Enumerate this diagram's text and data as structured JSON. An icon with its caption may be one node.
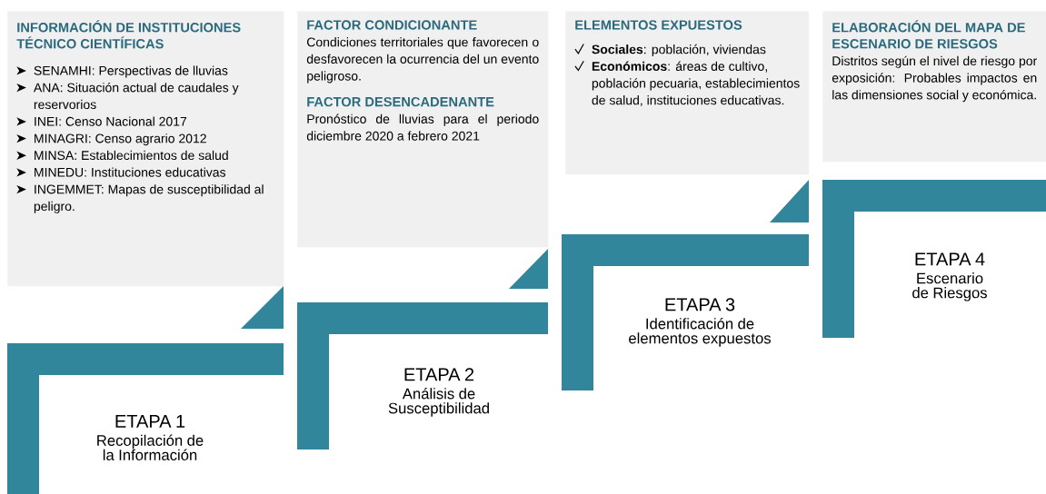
{
  "diagram": {
    "nodes": [
      {
        "text": [
          "INFORMACIÓN DE INSTITUCIONES TÉCNICO CIENTÍFICAS",
          "SENAMHI: Perspectivas de lluvias",
          "ANA: Situación actual de caudales y reservorios",
          "INEI: Censo Nacional 2017",
          "MINAGRI: Censo agrario 2012",
          "MINSA: Establecimientos de salud",
          "MINEDU: Instituciones educativas",
          "INGEMMET: Mapas de susceptibilidad al peligro."
        ]
      },
      {
        "text": [
          "ETAPA 1",
          "Recopilación de la Información"
        ]
      },
      {
        "text": [
          "FACTOR CONDICIONANTE",
          "Condiciones territoriales que favorecen o desfavorecen la ocurrencia del un evento peligroso.",
          "FACTOR DESENCADENANTE",
          "Pronóstico de lluvias para el periodo diciembre 2020 a febrero 2021"
        ]
      },
      {
        "text": [
          "ETAPA 2",
          "Análisis de Susceptibilidad"
        ]
      },
      {
        "text": [
          "ELEMENTOS EXPUESTOS",
          "**Sociales**: población, viviendas",
          "**Económicos**: áreas de cultivo, población pecuaria, establecimientos de salud, instituciones educativas."
        ]
      },
      {
        "text": [
          "ETAPA 3",
          "Identificación de elementos expuestos"
        ]
      },
      {
        "text": [
          "ELABORACIÓN DEL MAPA DE ESCENARIO DE RIESGOS",
          "Distritos según el nivel de riesgo por exposición: Probables impactos en las dimensiones social y económica."
        ]
      },
      {
        "text": [
          "ETAPA 4",
          "Escenario de Riesgos"
        ]
      }
    ]
  }
}
